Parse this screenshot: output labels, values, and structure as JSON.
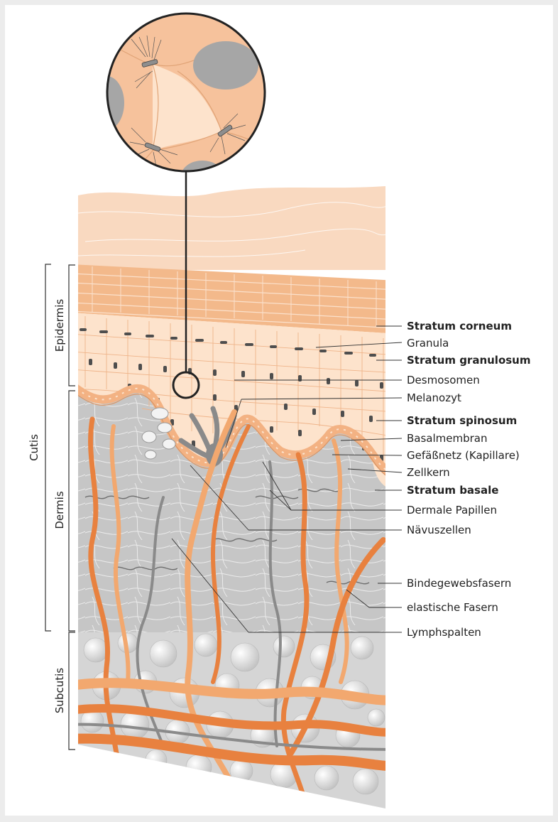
{
  "labels": {
    "stratum_corneum": "Stratum corneum",
    "granula": "Granula",
    "stratum_granulosum": "Stratum granulosum",
    "desmosomen": "Desmosomen",
    "melanozyt": "Melanozyt",
    "stratum_spinosum": "Stratum spinosum",
    "basalmembran": "Basalmembran",
    "gefaessnetz": "Gefäßnetz (Kapillare)",
    "zellkern": "Zellkern",
    "stratum_basale": "Stratum basale",
    "dermale_papillen": "Dermale Papillen",
    "naevuszellen": "Nävuszellen",
    "bindegewebsfasern": "Bindegewebsfasern",
    "elastische_fasern": "elastische Fasern",
    "lymphspalten": "Lymphspalten"
  },
  "side_labels": {
    "epidermis": "Epidermis",
    "dermis": "Dermis",
    "subcutis": "Subcutis",
    "cutis": "Cutis"
  },
  "colors": {
    "skin_light": "#f8d7bd",
    "skin_mid": "#f3bf95",
    "cell_fill": "#fde3cc",
    "nucleus": "#555555",
    "dermis": "#c9c9c9",
    "subcutis": "#d9d9d9",
    "vessel_orange": "#e8813f",
    "vessel_light": "#f2a86f",
    "vessel_grey": "#8a8a8a"
  }
}
